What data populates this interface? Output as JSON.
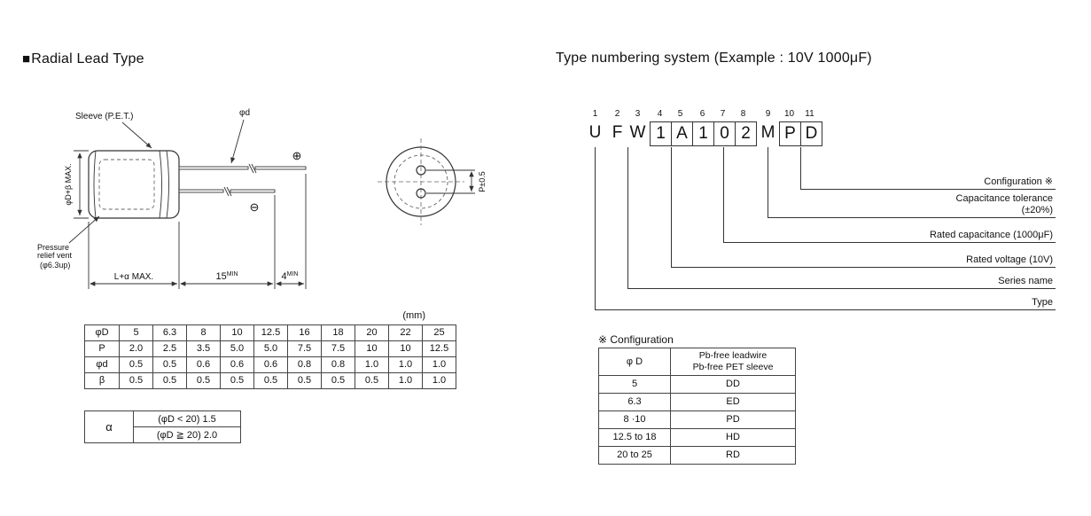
{
  "page": {
    "bullet": "■",
    "left_heading": "Radial Lead Type",
    "right_heading": "Type numbering system (Example : 10V 1000μF)"
  },
  "diagram": {
    "sleeve_label": "Sleeve (P.E.T.)",
    "lead_dia_label": "φd",
    "body_dia_label": "φD+β MAX.",
    "vent_label_line1": "Pressure",
    "vent_label_line2": "relief vent",
    "vent_label_line3": "(φ6.3up)",
    "dim_length": "L+α MAX.",
    "dim_lead_min": "15",
    "dim_lead_min_unit": "MIN",
    "dim_tip_min": "4",
    "dim_tip_min_unit": "MIN",
    "plus_terminal": "⊕",
    "minus_terminal": "⊖",
    "pitch_label": "P±0.5"
  },
  "dim_table": {
    "unit": "(mm)",
    "rows": [
      {
        "label": "φD",
        "values": [
          "5",
          "6.3",
          "8",
          "10",
          "12.5",
          "16",
          "18",
          "20",
          "22",
          "25"
        ]
      },
      {
        "label": "P",
        "values": [
          "2.0",
          "2.5",
          "3.5",
          "5.0",
          "5.0",
          "7.5",
          "7.5",
          "10",
          "10",
          "12.5"
        ]
      },
      {
        "label": "φd",
        "values": [
          "0.5",
          "0.5",
          "0.6",
          "0.6",
          "0.6",
          "0.8",
          "0.8",
          "1.0",
          "1.0",
          "1.0"
        ]
      },
      {
        "label": "β",
        "values": [
          "0.5",
          "0.5",
          "0.5",
          "0.5",
          "0.5",
          "0.5",
          "0.5",
          "0.5",
          "1.0",
          "1.0"
        ]
      }
    ]
  },
  "alpha_table": {
    "symbol": "α",
    "rows": [
      "(φD < 20) 1.5",
      "(φD ≧ 20) 2.0"
    ]
  },
  "numbering": {
    "groups": [
      {
        "digits": [
          "1"
        ],
        "chars": [
          "U"
        ],
        "boxed": false
      },
      {
        "digits": [
          "2",
          "3"
        ],
        "chars": [
          "F",
          "W"
        ],
        "boxed": false
      },
      {
        "digits": [
          "4",
          "5"
        ],
        "chars": [
          "1",
          "A"
        ],
        "boxed": true
      },
      {
        "digits": [
          "6",
          "7",
          "8"
        ],
        "chars": [
          "1",
          "0",
          "2"
        ],
        "boxed": true
      },
      {
        "digits": [
          "9"
        ],
        "chars": [
          "M"
        ],
        "boxed": false
      },
      {
        "digits": [
          "10",
          "11"
        ],
        "chars": [
          "P",
          "D"
        ],
        "boxed": true
      }
    ],
    "leaders": [
      {
        "line1": "Configuration ※"
      },
      {
        "line1": "Capacitance tolerance",
        "line2": "(±20%)"
      },
      {
        "line1": "Rated capacitance (1000μF)"
      },
      {
        "line1": "Rated voltage (10V)"
      },
      {
        "line1": "Series name"
      },
      {
        "line1": "Type"
      }
    ]
  },
  "config": {
    "heading": "※ Configuration",
    "col1_header": "φ D",
    "col2_header_line1": "Pb-free leadwire",
    "col2_header_line2": "Pb-free PET sleeve",
    "rows": [
      {
        "dia": "5",
        "code": "DD"
      },
      {
        "dia": "6.3",
        "code": "ED"
      },
      {
        "dia": "8 ·10",
        "code": "PD"
      },
      {
        "dia": "12.5 to 18",
        "code": "HD"
      },
      {
        "dia": "20 to 25",
        "code": "RD"
      }
    ]
  }
}
